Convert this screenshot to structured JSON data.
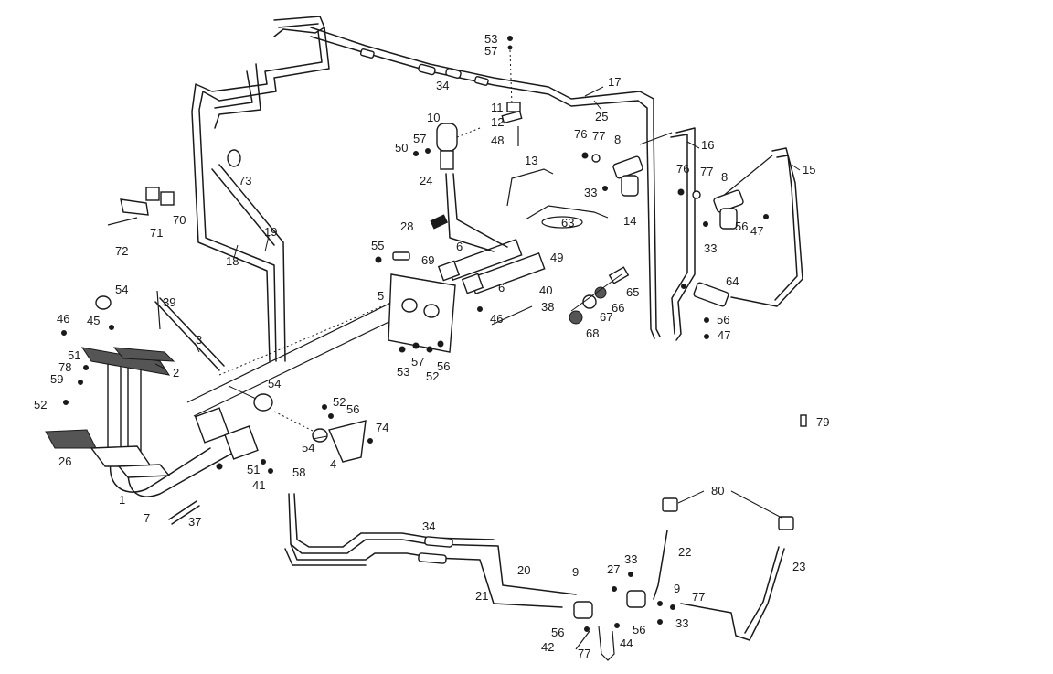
{
  "diagram": {
    "labels": [
      {
        "id": "l1",
        "text": "1"
      },
      {
        "id": "l2",
        "text": "2"
      },
      {
        "id": "l3",
        "text": "3"
      },
      {
        "id": "l4",
        "text": "4"
      },
      {
        "id": "l5",
        "text": "5"
      },
      {
        "id": "l6a",
        "text": "6"
      },
      {
        "id": "l6b",
        "text": "6"
      },
      {
        "id": "l7",
        "text": "7"
      },
      {
        "id": "l8a",
        "text": "8"
      },
      {
        "id": "l8b",
        "text": "8"
      },
      {
        "id": "l9a",
        "text": "9"
      },
      {
        "id": "l9b",
        "text": "9"
      },
      {
        "id": "l10",
        "text": "10"
      },
      {
        "id": "l11",
        "text": "11"
      },
      {
        "id": "l12",
        "text": "12"
      },
      {
        "id": "l13",
        "text": "13"
      },
      {
        "id": "l14",
        "text": "14"
      },
      {
        "id": "l15",
        "text": "15"
      },
      {
        "id": "l16",
        "text": "16"
      },
      {
        "id": "l17",
        "text": "17"
      },
      {
        "id": "l18",
        "text": "18"
      },
      {
        "id": "l19",
        "text": "19"
      },
      {
        "id": "l20",
        "text": "20"
      },
      {
        "id": "l21",
        "text": "21"
      },
      {
        "id": "l22",
        "text": "22"
      },
      {
        "id": "l23",
        "text": "23"
      },
      {
        "id": "l24",
        "text": "24"
      },
      {
        "id": "l25",
        "text": "25"
      },
      {
        "id": "l26",
        "text": "26"
      },
      {
        "id": "l27",
        "text": "27"
      },
      {
        "id": "l28",
        "text": "28"
      },
      {
        "id": "l33a",
        "text": "33"
      },
      {
        "id": "l33b",
        "text": "33"
      },
      {
        "id": "l33c",
        "text": "33"
      },
      {
        "id": "l33d",
        "text": "33"
      },
      {
        "id": "l34a",
        "text": "34"
      },
      {
        "id": "l34b",
        "text": "34"
      },
      {
        "id": "l37",
        "text": "37"
      },
      {
        "id": "l38",
        "text": "38"
      },
      {
        "id": "l39",
        "text": "39"
      },
      {
        "id": "l40",
        "text": "40"
      },
      {
        "id": "l41",
        "text": "41"
      },
      {
        "id": "l42",
        "text": "42"
      },
      {
        "id": "l44",
        "text": "44"
      },
      {
        "id": "l45",
        "text": "45"
      },
      {
        "id": "l46a",
        "text": "46"
      },
      {
        "id": "l46b",
        "text": "46"
      },
      {
        "id": "l47a",
        "text": "47"
      },
      {
        "id": "l47b",
        "text": "47"
      },
      {
        "id": "l48",
        "text": "48"
      },
      {
        "id": "l49",
        "text": "49"
      },
      {
        "id": "l50",
        "text": "50"
      },
      {
        "id": "l51a",
        "text": "51"
      },
      {
        "id": "l51b",
        "text": "51"
      },
      {
        "id": "l52a",
        "text": "52"
      },
      {
        "id": "l52b",
        "text": "52"
      },
      {
        "id": "l52c",
        "text": "52"
      },
      {
        "id": "l53a",
        "text": "53"
      },
      {
        "id": "l53b",
        "text": "53"
      },
      {
        "id": "l54a",
        "text": "54"
      },
      {
        "id": "l54b",
        "text": "54"
      },
      {
        "id": "l54c",
        "text": "54"
      },
      {
        "id": "l55",
        "text": "55"
      },
      {
        "id": "l56a",
        "text": "56"
      },
      {
        "id": "l56b",
        "text": "56"
      },
      {
        "id": "l56c",
        "text": "56"
      },
      {
        "id": "l56d",
        "text": "56"
      },
      {
        "id": "l56e",
        "text": "56"
      },
      {
        "id": "l56f",
        "text": "56"
      },
      {
        "id": "l57a",
        "text": "57"
      },
      {
        "id": "l57b",
        "text": "57"
      },
      {
        "id": "l57c",
        "text": "57"
      },
      {
        "id": "l58",
        "text": "58"
      },
      {
        "id": "l59",
        "text": "59"
      },
      {
        "id": "l63",
        "text": "63"
      },
      {
        "id": "l64",
        "text": "64"
      },
      {
        "id": "l65",
        "text": "65"
      },
      {
        "id": "l66",
        "text": "66"
      },
      {
        "id": "l67",
        "text": "67"
      },
      {
        "id": "l68",
        "text": "68"
      },
      {
        "id": "l69",
        "text": "69"
      },
      {
        "id": "l70",
        "text": "70"
      },
      {
        "id": "l71",
        "text": "71"
      },
      {
        "id": "l72",
        "text": "72"
      },
      {
        "id": "l73",
        "text": "73"
      },
      {
        "id": "l74",
        "text": "74"
      },
      {
        "id": "l76a",
        "text": "76"
      },
      {
        "id": "l76b",
        "text": "76"
      },
      {
        "id": "l77a",
        "text": "77"
      },
      {
        "id": "l77b",
        "text": "77"
      },
      {
        "id": "l77c",
        "text": "77"
      },
      {
        "id": "l77d",
        "text": "77"
      },
      {
        "id": "l78",
        "text": "78"
      },
      {
        "id": "l79",
        "text": "79"
      },
      {
        "id": "l80",
        "text": "80"
      }
    ]
  }
}
